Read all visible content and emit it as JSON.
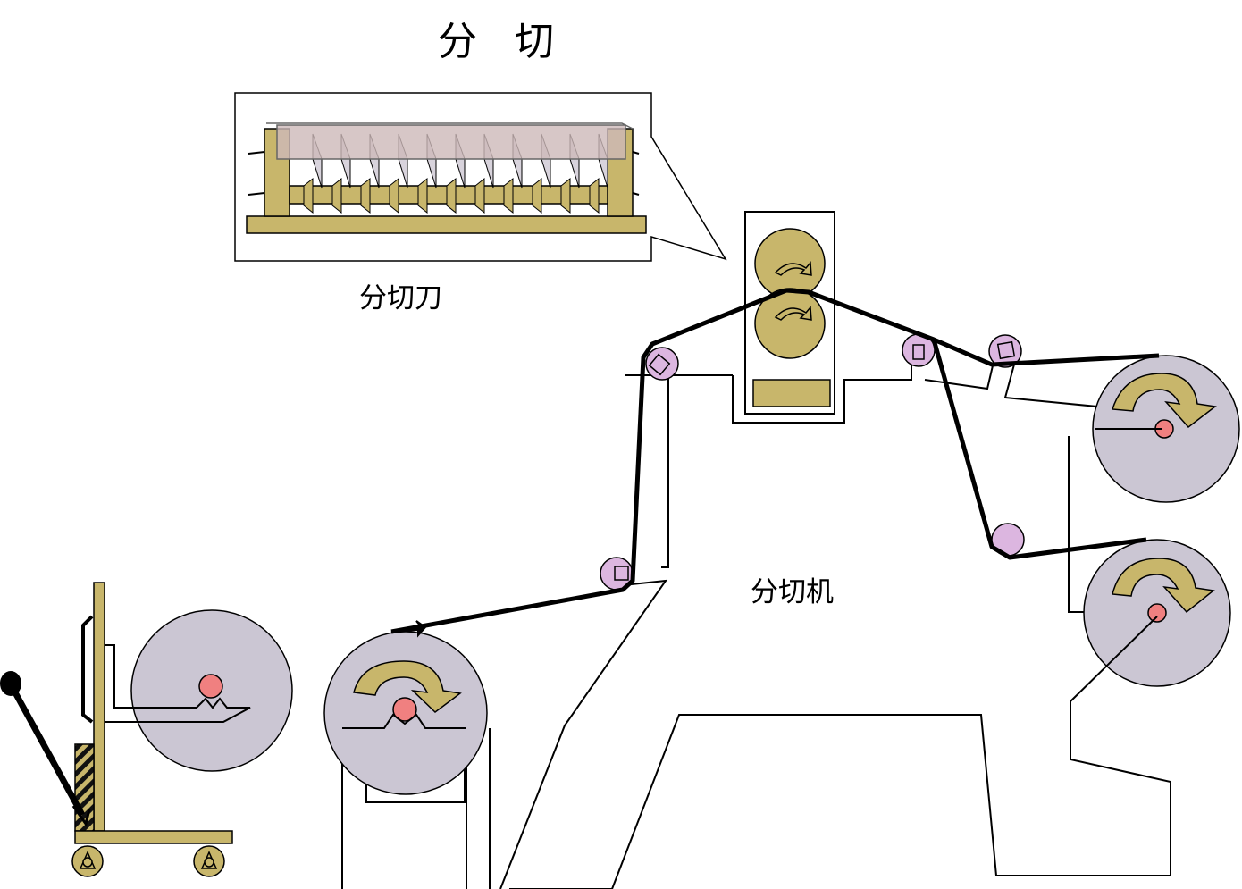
{
  "title": "分 切",
  "knife_label": "分切刀",
  "machine_label": "分切机",
  "colors": {
    "frame": "#c8b66b",
    "roll": "#cbc6d3",
    "hub": "#f08080",
    "idler": "#dcb6e0",
    "web": "#000000",
    "blade": "#cdb9b9"
  },
  "icons": [
    "rotation-arrow-icon",
    "pallet-jack-icon",
    "slitting-knife-icon"
  ]
}
